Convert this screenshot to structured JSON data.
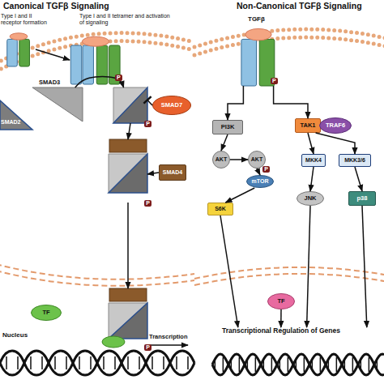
{
  "diagram": {
    "nodes": [
      {
        "text": [
          "Type I and II receptor formation"
        ]
      },
      {
        "text": [
          "Type I and II tetramer and activation of signaling"
        ]
      },
      {
        "text": [
          "SMAD3"
        ]
      },
      {
        "text": [
          "SMAD2"
        ]
      },
      {
        "text": [
          "P"
        ]
      },
      {
        "text": [
          "SMAD7"
        ]
      },
      {
        "text": [
          "P"
        ]
      },
      {
        "text": [
          "SMAD4"
        ]
      },
      {
        "text": [
          "TGFβ"
        ]
      },
      {
        "text": [
          "PI3K"
        ]
      },
      {
        "text": [
          "TAK1"
        ]
      },
      {
        "text": [
          "TRAF6"
        ]
      },
      {
        "text": [
          "AKT"
        ]
      },
      {
        "text": [
          "AKT",
          "P"
        ]
      },
      {
        "text": [
          "MKK4"
        ]
      },
      {
        "text": [
          "MKK3/6"
        ]
      },
      {
        "text": [
          "mTOR"
        ]
      },
      {
        "text": [
          "JNK"
        ]
      },
      {
        "text": [
          "p38"
        ]
      },
      {
        "text": [
          "S6K"
        ]
      },
      {
        "text": [
          "TF"
        ]
      },
      {
        "text": [
          "P"
        ]
      },
      {
        "text": [
          "TF"
        ]
      },
      {
        "text": [
          "Transcriptional Regulation of Genes"
        ]
      }
    ],
    "edges": [
      {
        "from": 0,
        "to": 1,
        "arrow": "to"
      },
      {
        "from": 2,
        "to": 4,
        "arrow": "to"
      },
      {
        "from": 5,
        "to": 4,
        "arrow": "to"
      },
      {
        "from": 4,
        "to": 6,
        "arrow": "to"
      },
      {
        "from": 7,
        "to": 6,
        "arrow": "to"
      },
      {
        "from": 6,
        "to": 21,
        "arrow": "to"
      },
      {
        "from": 8,
        "to": 9,
        "arrow": "to"
      },
      {
        "from": 8,
        "to": 10,
        "arrow": "to"
      },
      {
        "from": 9,
        "to": 12,
        "arrow": "to"
      },
      {
        "from": 12,
        "to": 13,
        "arrow": "to"
      },
      {
        "from": 13,
        "to": 16,
        "arrow": "to"
      },
      {
        "from": 16,
        "to": 19,
        "arrow": "to"
      },
      {
        "from": 10,
        "to": 14,
        "arrow": "to"
      },
      {
        "from": 10,
        "to": 15,
        "arrow": "to"
      },
      {
        "from": 14,
        "to": 17,
        "arrow": "to"
      },
      {
        "from": 15,
        "to": 18,
        "arrow": "to"
      },
      {
        "from": 19,
        "to": 23,
        "arrow": "to"
      },
      {
        "from": 17,
        "to": 23,
        "arrow": "to"
      },
      {
        "from": 18,
        "to": 23,
        "arrow": "to"
      },
      {
        "from": 22,
        "to": 23,
        "arrow": "to"
      }
    ],
    "labels": [
      "Canonical TGFβ Signaling",
      "Non-Canonical TGFβ Signaling",
      "Nucleus",
      "Transcription",
      "P",
      "P"
    ]
  }
}
